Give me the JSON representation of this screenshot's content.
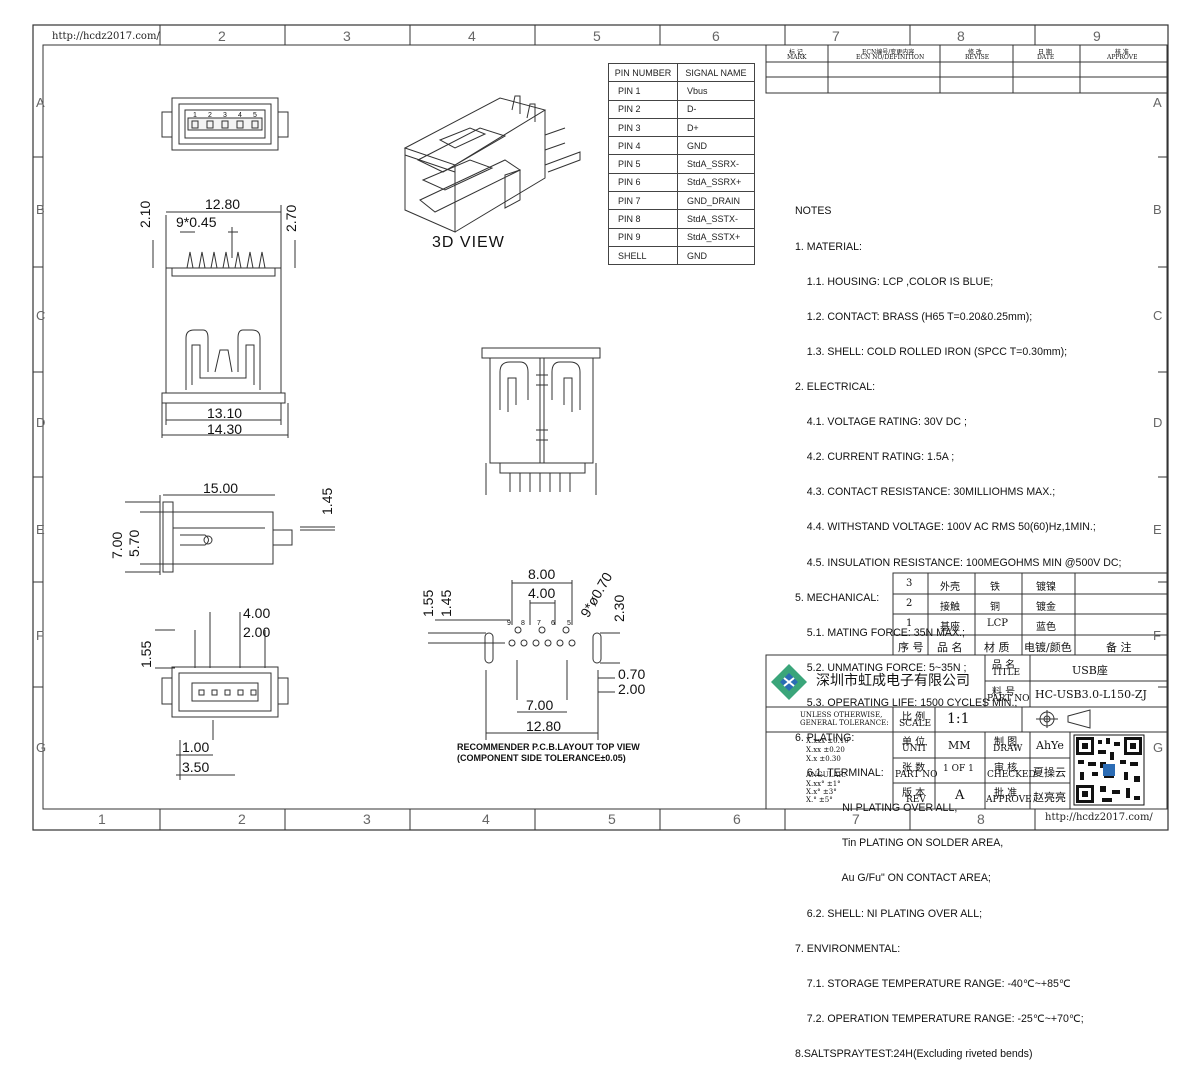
{
  "frame": {
    "url_top": "http://hcdz2017.com/",
    "url_bottom": "http://hcdz2017.com/",
    "col_numbers_top": [
      "2",
      "3",
      "4",
      "5",
      "6",
      "7",
      "8",
      "9"
    ],
    "col_numbers_bottom": [
      "1",
      "2",
      "3",
      "4",
      "5",
      "6",
      "7",
      "8"
    ],
    "row_letters": [
      "A",
      "B",
      "C",
      "D",
      "E",
      "F",
      "G"
    ]
  },
  "revision_table": {
    "headers": [
      {
        "cn": "标 记",
        "en": "MARK"
      },
      {
        "cn": "ECN编号/变更内容",
        "en": "ECN NO/DEFINITION"
      },
      {
        "cn": "修 改",
        "en": "REVISE"
      },
      {
        "cn": "日 期",
        "en": "DATE"
      },
      {
        "cn": "核 准",
        "en": "APPROVE"
      }
    ]
  },
  "pin_table": {
    "col1": "PIN NUMBER",
    "col2": "SIGNAL NAME",
    "rows": [
      {
        "pin": "PIN 1",
        "signal": "Vbus"
      },
      {
        "pin": "PIN 2",
        "signal": "D-"
      },
      {
        "pin": "PIN 3",
        "signal": "D+"
      },
      {
        "pin": "PIN 4",
        "signal": "GND"
      },
      {
        "pin": "PIN 5",
        "signal": "StdA_SSRX-"
      },
      {
        "pin": "PIN 6",
        "signal": "StdA_SSRX+"
      },
      {
        "pin": "PIN 7",
        "signal": "GND_DRAIN"
      },
      {
        "pin": "PIN 8",
        "signal": "StdA_SSTX-"
      },
      {
        "pin": "PIN 9",
        "signal": "StdA_SSTX+"
      },
      {
        "pin": "SHELL",
        "signal": "GND"
      }
    ]
  },
  "view_label": "3D VIEW",
  "notes": [
    "NOTES",
    "1. MATERIAL:",
    "    1.1. HOUSING: LCP ,COLOR IS BLUE;",
    "    1.2. CONTACT: BRASS (H65 T=0.20&0.25mm);",
    "    1.3. SHELL: COLD ROLLED IRON (SPCC T=0.30mm);",
    "2. ELECTRICAL:",
    "    4.1. VOLTAGE RATING: 30V DC ;",
    "    4.2. CURRENT RATING: 1.5A ;",
    "    4.3. CONTACT RESISTANCE: 30MILLIOHMS MAX.;",
    "    4.4. WITHSTAND VOLTAGE: 100V AC RMS 50(60)Hz,1MIN.;",
    "    4.5. INSULATION RESISTANCE: 100MEGOHMS MIN @500V DC;",
    "5. MECHANICAL:",
    "    5.1. MATING FORCE: 35N MAX.;",
    "    5.2. UNMATING FORCE: 5~35N ;",
    "    5.3. OPERATING LIFE: 1500 CYCLES MIN.;",
    "6. PLATING:",
    "    6.1. TERMINAL:",
    "                NI PLATING OVER ALL,",
    "                Tin PLATING ON SOLDER AREA,",
    "                Au G/Fu\" ON CONTACT AREA;",
    "    6.2. SHELL: NI PLATING OVER ALL;",
    "7. ENVIRONMENTAL:",
    "    7.1. STORAGE TEMPERATURE RANGE: -40℃~+85℃",
    "    7.2. OPERATION TEMPERATURE RANGE: -25℃~+70℃;",
    "8.SALTSPRAYTEST:24H(Excluding riveted bends)"
  ],
  "dimensions": {
    "top_w": "12.80",
    "top_pitch": "9*0.45",
    "top_h_left": "2.10",
    "top_h_right": "2.70",
    "bottom_w1": "13.10",
    "bottom_w2": "14.30",
    "side_len": "15.00",
    "side_h1": "1.45",
    "side_h2": "7.00",
    "side_h3": "5.70",
    "front_w1": "4.00",
    "front_w2": "2.00",
    "front_h": "1.55",
    "front_b1": "1.00",
    "front_b2": "3.50",
    "pcb_w1": "8.00",
    "pcb_w2": "4.00",
    "pcb_holes": "9*ø0.70",
    "pcb_h1": "1.55",
    "pcb_h2": "1.45",
    "pcb_h3": "2.30",
    "pcb_slot_w": "0.70",
    "pcb_slot_l": "2.00",
    "pcb_b1": "7.00",
    "pcb_b2": "12.80"
  },
  "pin_labels_front": [
    "1",
    "2",
    "3",
    "4",
    "5"
  ],
  "pin_labels_pcb": [
    "9",
    "8",
    "7",
    "6",
    "5"
  ],
  "pcb_caption_1": "RECOMMENDER P.C.B.LAYOUT TOP VIEW",
  "pcb_caption_2": "(COMPONENT SIDE TOLERANCE±0.05)",
  "bom": {
    "rows": [
      {
        "no": "3",
        "name": "外壳",
        "material": "铁",
        "finish": "镀镍",
        "note": ""
      },
      {
        "no": "2",
        "name": "接触",
        "material": "铜",
        "finish": "镀金",
        "note": ""
      },
      {
        "no": "1",
        "name": "基座",
        "material": "LCP",
        "finish": "蓝色",
        "note": ""
      }
    ],
    "header": {
      "no": "序 号",
      "name": "品 名",
      "material": "材 质",
      "finish": "电镀/颜色",
      "note": "备 注"
    }
  },
  "title_block": {
    "company": "深圳市虹成电子有限公司",
    "title_cn": "品 名",
    "title_en": "TITLE",
    "title_value": "USB座",
    "partno_cn": "料 号",
    "partno_en": "PART NO",
    "partno_value": "HC-USB3.0-L150-ZJ",
    "tolerance_title_1": "UNLESS OTHERWISE,",
    "tolerance_title_2": "GENERAL TOLERANCE:",
    "tolerances": [
      "X.xxx  ±0.10",
      "X.xx    ±0.20",
      "X.x      ±0.30"
    ],
    "angular_title": "ANGULAR:",
    "angular": [
      "X.xx°   ±1°",
      "X.x°     ±3°",
      "X.°       ±5°"
    ],
    "scale_cn": "比 例",
    "scale_en": "SCALE",
    "scale_value": "1:1",
    "unit_cn": "单 位",
    "unit_en": "UNIT",
    "unit_value": "MM",
    "draw_cn": "制 图",
    "draw_en": "DRAW",
    "draw_value": "AhYe",
    "sheet_cn": "张 数",
    "sheet_en": "PART NO",
    "sheet_value": "1 OF 1",
    "checked_cn": "审 核",
    "checked_en": "CHECKED",
    "checked_value": "夏操云",
    "rev_cn": "版 本",
    "rev_en": "REV",
    "rev_value": "A",
    "approve_cn": "批 准",
    "approve_en": "APPROVE",
    "approve_value": "赵亮亮"
  },
  "colors": {
    "line": "#333333",
    "logo_green": "#3aa57a",
    "logo_blue": "#2b6cb5"
  }
}
